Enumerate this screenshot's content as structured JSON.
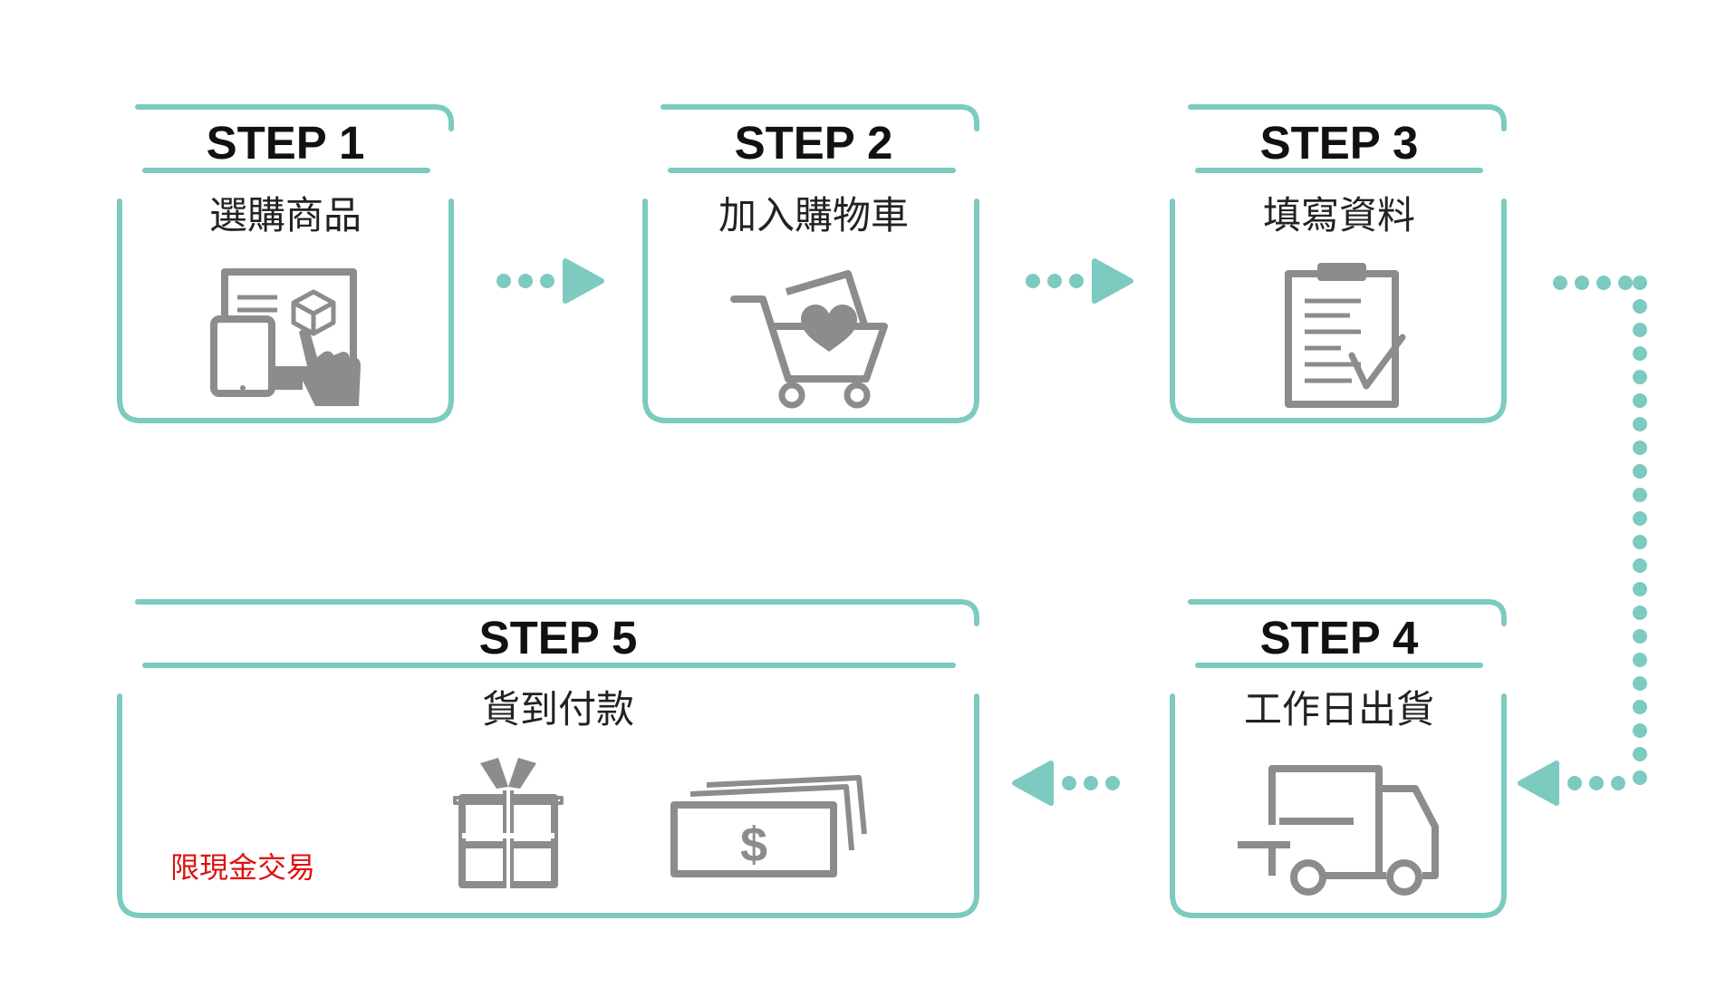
{
  "colors": {
    "accent": "#7ccac0",
    "icon": "#8c8c8c",
    "note": "#e01010"
  },
  "steps": [
    {
      "title": "STEP 1",
      "subtitle": "選購商品",
      "icon": "tablet-monitor-touch-icon"
    },
    {
      "title": "STEP 2",
      "subtitle": "加入購物車",
      "icon": "shopping-cart-heart-icon"
    },
    {
      "title": "STEP 3",
      "subtitle": "填寫資料",
      "icon": "clipboard-check-icon"
    },
    {
      "title": "STEP 4",
      "subtitle": "工作日出貨",
      "icon": "delivery-truck-icon"
    },
    {
      "title": "STEP 5",
      "subtitle": "貨到付款",
      "icon": "gift-and-cash-icon",
      "note": "限現金交易"
    }
  ],
  "arrows": [
    {
      "from": 1,
      "to": 2
    },
    {
      "from": 2,
      "to": 3
    },
    {
      "from": 3,
      "to": 4
    },
    {
      "from": 4,
      "to": 5
    }
  ]
}
